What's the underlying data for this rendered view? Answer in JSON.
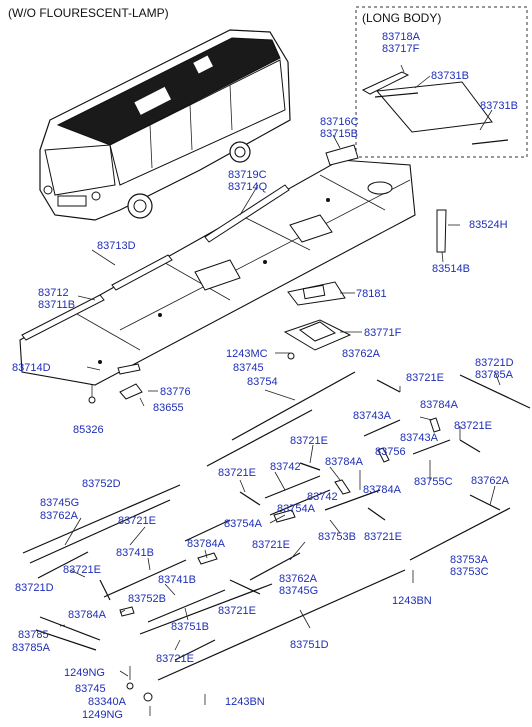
{
  "title": "(W/O FLOURESCENT-LAMP)",
  "inset_title": "(LONG BODY)",
  "labels": [
    "83718A",
    "83717F",
    "83731B",
    "83731B",
    "83716C",
    "83715B",
    "83719C",
    "83714Q",
    "83524H",
    "83514B",
    "83713D",
    "83712",
    "83711B",
    "78181",
    "83771F",
    "83714D",
    "1243MC",
    "83745",
    "83762A",
    "83776",
    "83655",
    "83754",
    "85326",
    "83721D",
    "83785A",
    "83721E",
    "83784A",
    "83743A",
    "83743A",
    "83756",
    "83721E",
    "83721E",
    "83742",
    "83784A",
    "83721E",
    "83742",
    "83784A",
    "83755C",
    "83752D",
    "83745G",
    "83762A",
    "83754A",
    "83754A",
    "83753B",
    "83721E",
    "83721E",
    "83721E",
    "83762A",
    "83741B",
    "83784A",
    "83753A",
    "83753C",
    "83721E",
    "83741B",
    "83721D",
    "83752B",
    "83762A",
    "83745G",
    "1243BN",
    "83784A",
    "83751B",
    "83721E",
    "83785",
    "83785A",
    "83751D",
    "83721E",
    "1249NG",
    "83745",
    "83340A",
    "1243BN",
    "1249NG"
  ]
}
